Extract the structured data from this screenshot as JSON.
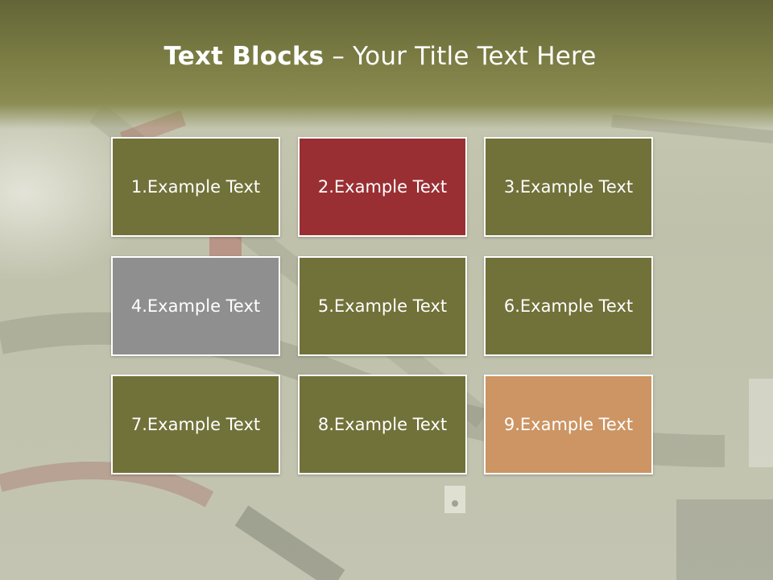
{
  "title": {
    "bold_part": "Text Blocks",
    "separator": " – ",
    "rest": "Your Title Text Here"
  },
  "blocks": [
    {
      "label": "1.Example Text",
      "color": "#71713a"
    },
    {
      "label": "2.Example Text",
      "color": "#9a2f33"
    },
    {
      "label": "3.Example Text",
      "color": "#71713a"
    },
    {
      "label": "4.Example Text",
      "color": "#8f8f8f"
    },
    {
      "label": "5.Example Text",
      "color": "#71713a"
    },
    {
      "label": "6.Example Text",
      "color": "#71713a"
    },
    {
      "label": "7.Example Text",
      "color": "#71713a"
    },
    {
      "label": "8.Example Text",
      "color": "#71713a"
    },
    {
      "label": "9.Example Text",
      "color": "#cc9563"
    }
  ],
  "colors": {
    "title_band": "#7a7c43",
    "background": "#c5c7b2"
  }
}
